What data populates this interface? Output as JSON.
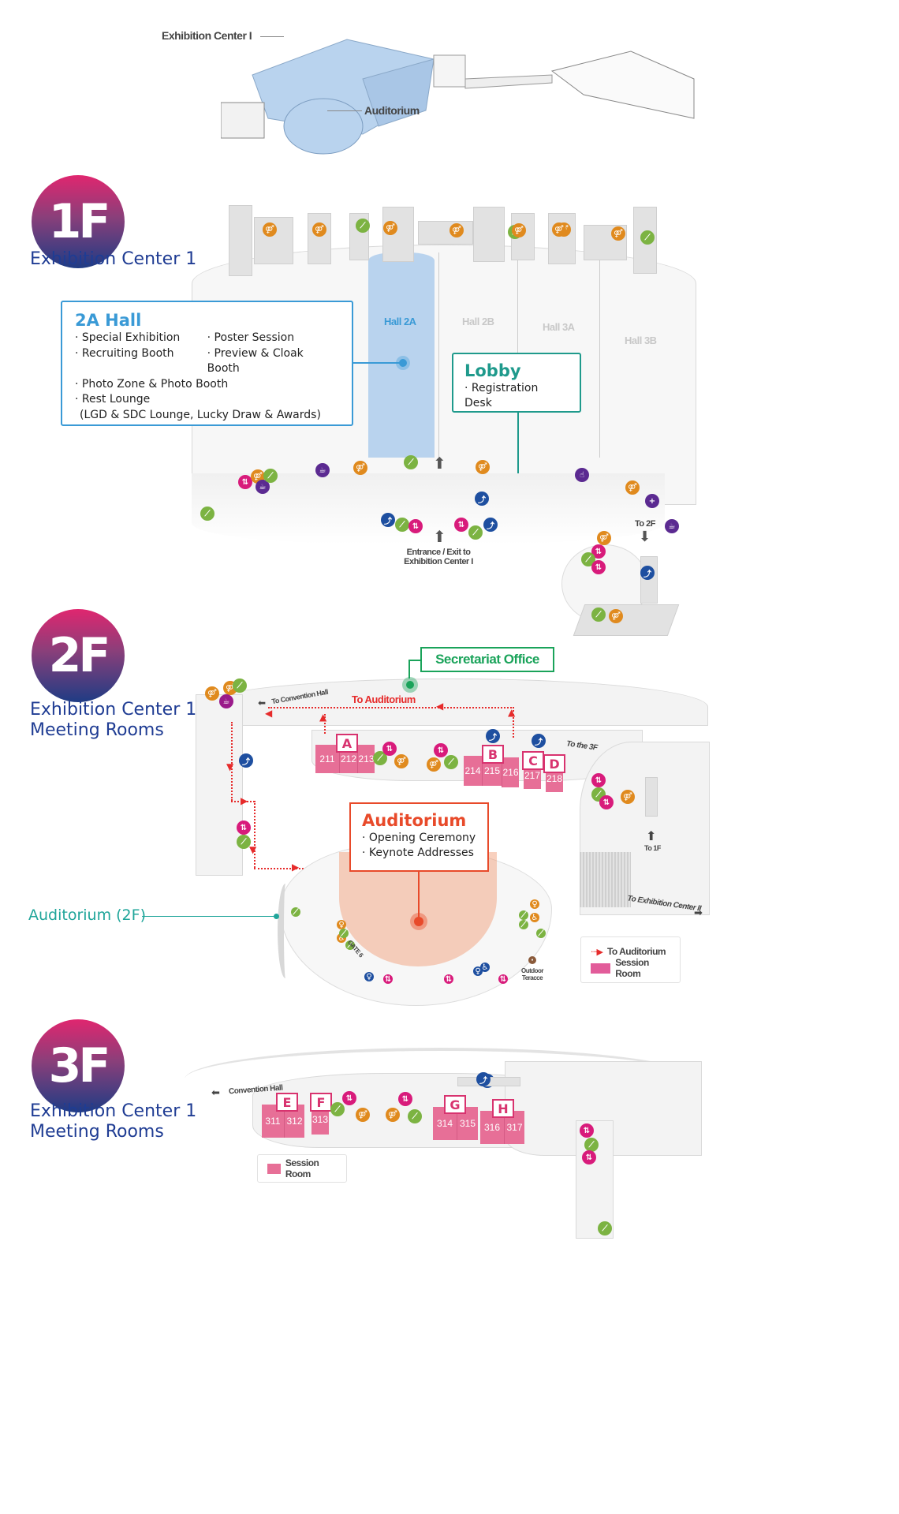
{
  "overview": {
    "label_exhibition": "Exhibition Center I",
    "label_auditorium": "Auditorium",
    "colors": {
      "highlight": "#b9d3ee"
    }
  },
  "floors": [
    {
      "badge": "1F",
      "subtitle_lines": [
        "Exhibition Center 1"
      ],
      "halls": [
        "Hall 2A",
        "Hall 2B",
        "Hall 3A",
        "Hall 3B"
      ],
      "callout_2a": {
        "title": "2A Hall",
        "col1": [
          "· Special Exhibition",
          "· Recruiting Booth",
          "· Photo Zone & Photo Booth",
          "· Rest Lounge"
        ],
        "col2": [
          "· Poster Session",
          "· Preview & Cloak Booth"
        ],
        "extra": "(LGD & SDC Lounge, Lucky Draw & Awards)"
      },
      "callout_lobby": {
        "title": "Lobby",
        "items": [
          "· Registration Desk"
        ]
      },
      "entrance_label_1": "Entrance / Exit to",
      "entrance_label_2": "Exhibition Center I",
      "to_2f": "To 2F"
    },
    {
      "badge": "2F",
      "subtitle_lines": [
        "Exhibition Center 1",
        "Meeting Rooms"
      ],
      "secretariat": "Secretariat Office",
      "to_convention": "To Convention Hall",
      "to_auditorium": "To Auditorium",
      "to_3f": "To the 3F",
      "to_1f": "To 1F",
      "to_ec2": "To Exhibition Center II",
      "rooms": [
        {
          "letter": "A",
          "numbers": [
            "211",
            "212",
            "213"
          ]
        },
        {
          "letter": "B",
          "numbers": [
            "214",
            "215",
            "216"
          ]
        },
        {
          "letter": "C",
          "numbers": [
            "217"
          ]
        },
        {
          "letter": "D",
          "numbers": [
            "218"
          ]
        }
      ],
      "callout_auditorium": {
        "title": "Auditorium",
        "items": [
          "· Opening Ceremony",
          "· Keynote Addresses"
        ]
      },
      "auditorium_2f_label": "Auditorium (2F)",
      "gate": "GATE 6",
      "outdoor": "Outdoor Teracce",
      "legend": {
        "route": "To Auditorium",
        "session": "Session Room"
      }
    },
    {
      "badge": "3F",
      "subtitle_lines": [
        "Exhibition Center 1",
        "Meeting Rooms"
      ],
      "to_convention": "Convention Hall",
      "rooms": [
        {
          "letter": "E",
          "numbers": [
            "311",
            "312"
          ]
        },
        {
          "letter": "F",
          "numbers": [
            "313"
          ]
        },
        {
          "letter": "G",
          "numbers": [
            "314",
            "315"
          ]
        },
        {
          "letter": "H",
          "numbers": [
            "316",
            "317"
          ]
        }
      ],
      "legend": {
        "session": "Session Room"
      }
    }
  ],
  "colors": {
    "hall_2a": "#b9d3ee",
    "hall_2a_text": "#3a9ad6",
    "lobby": "#1f9a8c",
    "auditorium": "#e84a2a",
    "secretariat": "#1aa35a",
    "session_room": "#e76f97",
    "floor_label": "#1f3c93"
  }
}
